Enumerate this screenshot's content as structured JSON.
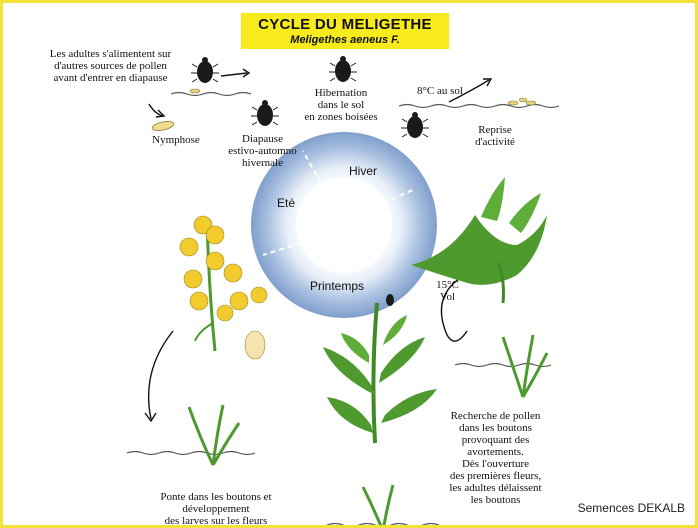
{
  "title": {
    "main": "CYCLE DU MELIGETHE",
    "sub": "Meligethes aeneus F."
  },
  "labels": {
    "adults_feed": "Les adultes s'alimentent sur\nd'autres sources de pollen\navant d'entrer en diapause",
    "nymphose": "Nymphose",
    "diapause": "Diapause\nestivo-automno\nhivernale",
    "hibernation": "Hibernation\ndans le sol\nen zones boisées",
    "temp_8": "8°C au sol",
    "reprise": "Reprise\nd'activité",
    "temp_15": "15°C\nVol",
    "recherche": "Recherche de pollen\ndans les boutons\nprovoquant des\navortements.\nDès l'ouverture\ndes premières fleurs,\nles adultes délaissent\nles boutons",
    "ponte": "Ponte dans les boutons et\ndéveloppement\ndes larves sur les fleurs"
  },
  "seasons": {
    "hiver": "Hiver",
    "ete": "Eté",
    "printemps": "Printemps"
  },
  "credit": "Semences DEKALB",
  "colors": {
    "title_bg": "#f7ea1d",
    "frame": "#f2e23a",
    "ring_outer": "#7f9fcc",
    "ring_inner": "#ffffff",
    "leaf": "#4e9a2f",
    "flower": "#f2cc2e",
    "beetle": "#1a1a1a"
  }
}
